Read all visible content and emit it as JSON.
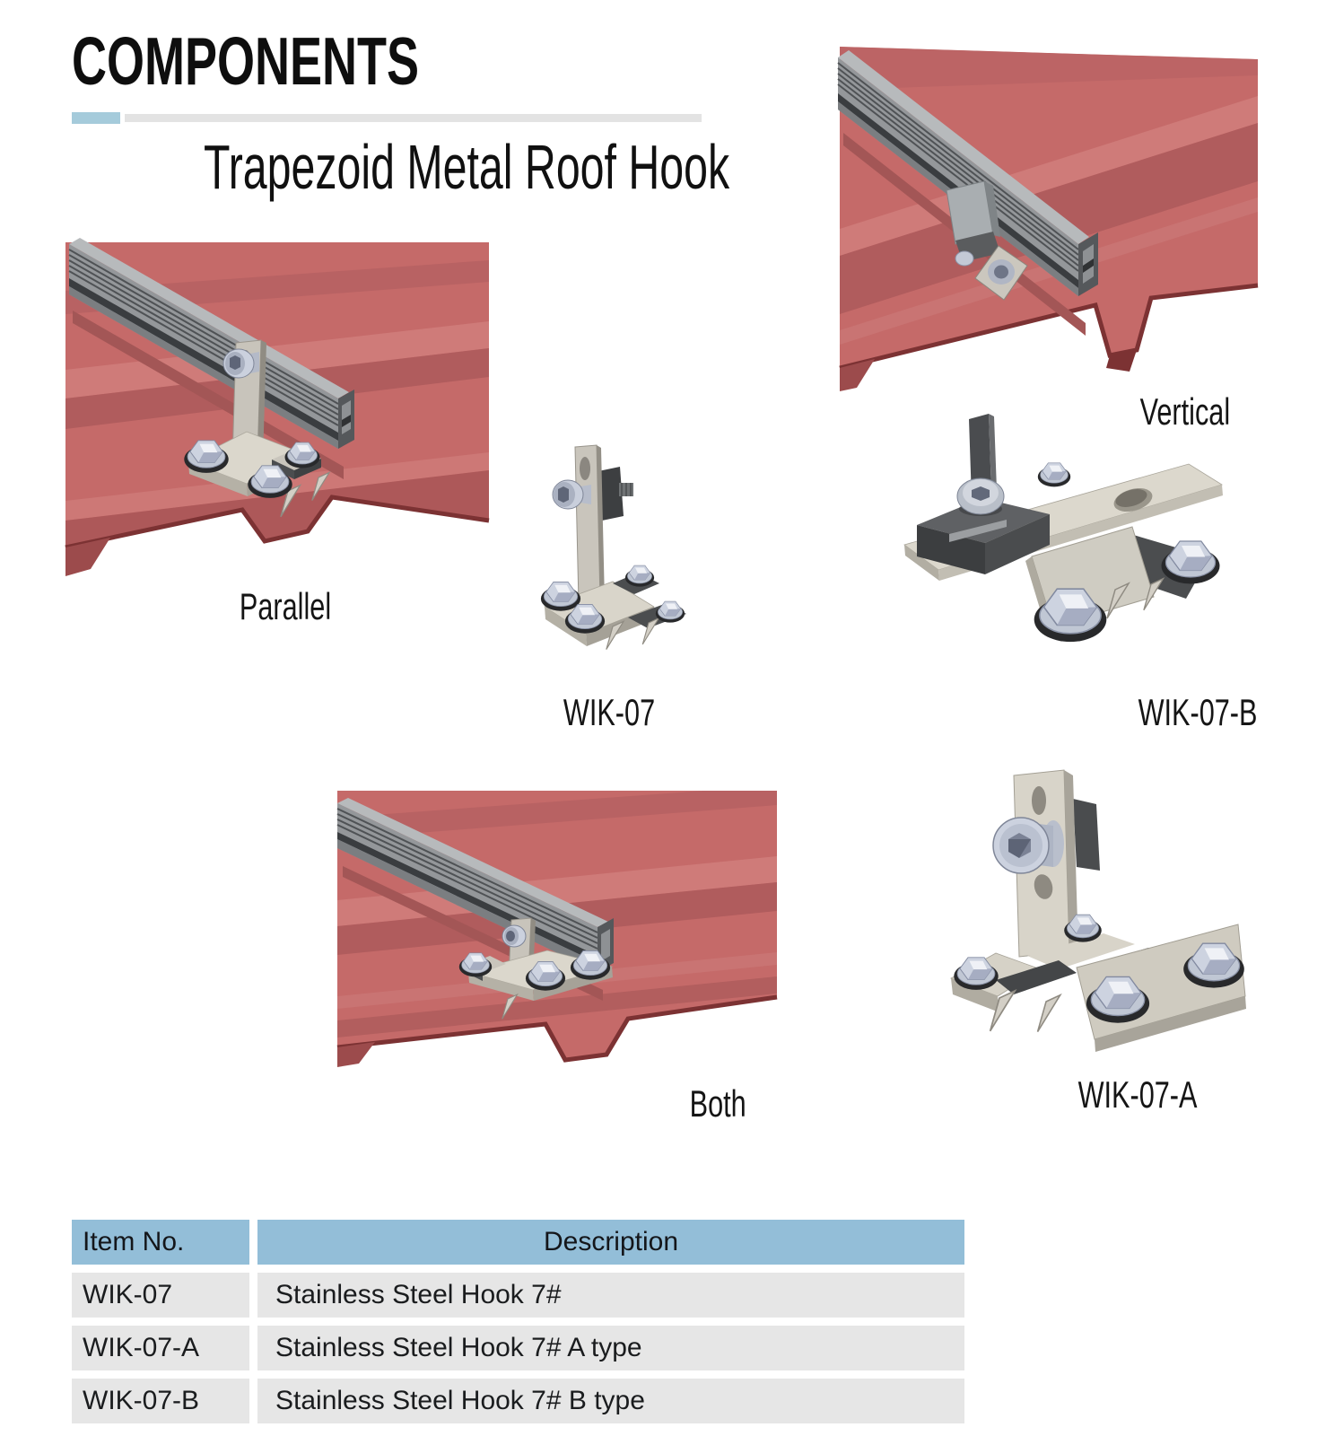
{
  "page": {
    "title": "COMPONENTS",
    "subtitle": "Trapezoid Metal Roof Hook"
  },
  "figures": {
    "parallel": {
      "label": "Parallel"
    },
    "vertical": {
      "label": "Vertical"
    },
    "wik07": {
      "label": "WIK-07"
    },
    "wik07b": {
      "label": "WIK-07-B"
    },
    "both": {
      "label": "Both"
    },
    "wik07a": {
      "label": "WIK-07-A"
    }
  },
  "table": {
    "headers": [
      "Item No.",
      "Description"
    ],
    "rows": [
      {
        "item": "WIK-07",
        "description": "Stainless Steel Hook 7#"
      },
      {
        "item": "WIK-07-A",
        "description": "Stainless Steel Hook 7# A type"
      },
      {
        "item": "WIK-07-B",
        "description": "Stainless Steel Hook 7# B type"
      }
    ]
  },
  "colors": {
    "accent_blue": "#a5cbdb",
    "divider_gray": "#e3e3e3",
    "table_header_blue": "#93bed8",
    "table_row_gray": "#e6e6e6",
    "roof_red": "#c56a69",
    "roof_red_dark": "#b05c5d",
    "roof_red_light": "#cf7b79",
    "roof_edge_maroon": "#7c3233",
    "rail_gray": "#94979a",
    "bracket_metal": "#dbd7cc",
    "bolt_silver": "#cdd3e0"
  }
}
